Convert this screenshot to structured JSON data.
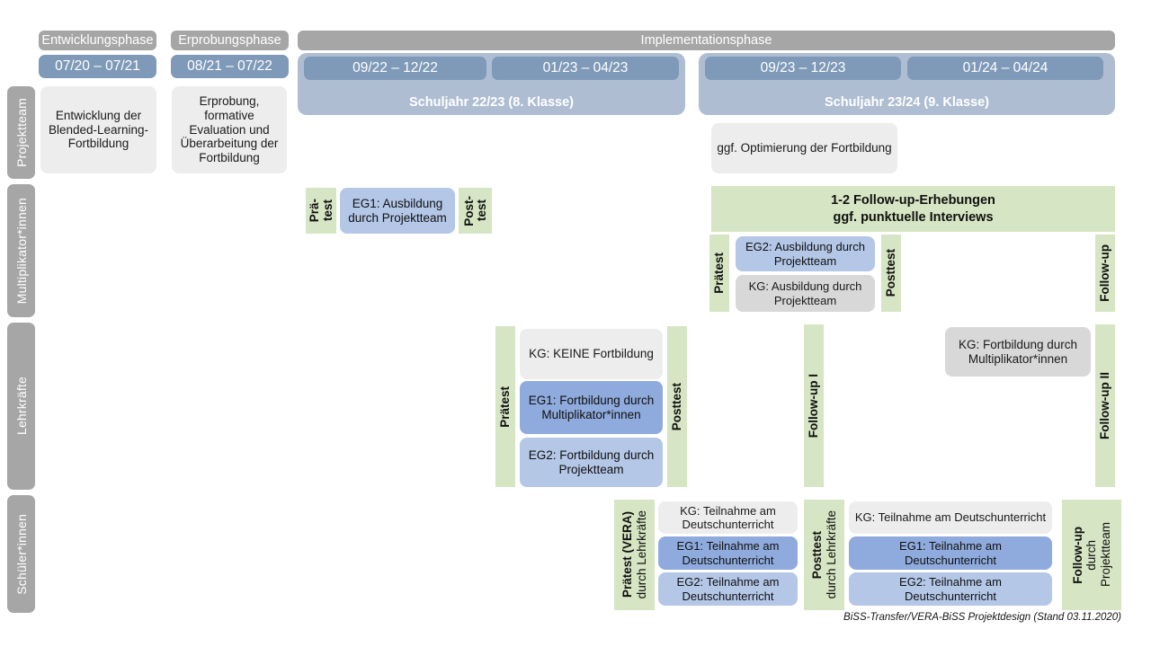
{
  "header": {
    "phases": [
      {
        "label": "Entwicklungsphase"
      },
      {
        "label": "Erprobungsphase"
      },
      {
        "label": "Implementationsphase"
      }
    ],
    "dates": [
      {
        "label": "07/20 – 07/21"
      },
      {
        "label": "08/21 – 07/22"
      },
      {
        "label": "09/22 – 12/22"
      },
      {
        "label": "01/23 – 04/23"
      },
      {
        "label": "09/23 – 12/23"
      },
      {
        "label": "01/24 – 04/24"
      }
    ],
    "school_years": [
      {
        "label": "Schuljahr 22/23 (8. Klasse)"
      },
      {
        "label": "Schuljahr 23/24 (9. Klasse)"
      }
    ]
  },
  "rows": [
    {
      "label": "Projektteam"
    },
    {
      "label": "Multiplikator*innen"
    },
    {
      "label": "Lehrkräfte"
    },
    {
      "label": "Schüler*innen"
    }
  ],
  "projektteam": {
    "entwicklung": "Entwicklung der Blended-Learning-Fortbildung",
    "erprobung": "Erprobung, formative Evaluation und Überarbeitung der Fortbildung",
    "optimierung": "ggf. Optimierung der Fortbildung"
  },
  "multiplikatoren": {
    "praetest_1_line1": "Prä-",
    "praetest_1_line2": "test",
    "eg1": "EG1: Ausbildung durch Projektteam",
    "posttest_1_line1": "Post-",
    "posttest_1_line2": "test",
    "followup_banner_line1": "1-2 Follow-up-Erhebungen",
    "followup_banner_line2": "ggf. punktuelle Interviews",
    "praetest_2": "Prätest",
    "eg2": "EG2: Ausbildung durch Projektteam",
    "kg": "KG: Ausbildung durch Projektteam",
    "posttest_2": "Posttest",
    "followup": "Follow-up"
  },
  "lehrkraefte": {
    "praetest": "Prätest",
    "kg_keine": "KG:  KEINE Fortbildung",
    "eg1": "EG1: Fortbildung durch Multiplikator*innen",
    "eg2": "EG2: Fortbildung durch Projektteam",
    "posttest": "Posttest",
    "followup_1": "Follow-up I",
    "kg_fortbildung": "KG: Fortbildung durch Multiplikator*innen",
    "followup_2": "Follow-up II"
  },
  "schueler": {
    "praetest_bold": "Prätest (VERA)",
    "praetest_sub": "durch Lehrkräfte",
    "left_kg": "KG: Teilnahme am Deutschunterricht",
    "left_eg1": "EG1: Teilnahme am Deutschunterricht",
    "left_eg2": "EG2: Teilnahme am Deutschunterricht",
    "posttest_bold": "Posttest",
    "posttest_sub": "durch Lehrkräfte",
    "right_kg": "KG: Teilnahme am Deutschunterricht",
    "right_eg1": "EG1: Teilnahme am Deutschunterricht",
    "right_eg2": "EG2: Teilnahme am Deutschunterricht",
    "followup_bold": "Follow-up",
    "followup_sub1": "durch",
    "followup_sub2": "Projektteam"
  },
  "footer": {
    "text": "BiSS-Transfer/VERA-BiSS Projektdesign (Stand 03.11.2020)"
  },
  "colors": {
    "phase_grey": "#a6a6a6",
    "date_blue": "#7f9ab8",
    "schoolyear_blue": "#aebdd2",
    "box_grey": "#ededed",
    "box_grey_dark": "#d8d8d8",
    "blue_mid": "#8faadc",
    "blue_light": "#b4c7e7",
    "green": "#d6e5c3"
  }
}
